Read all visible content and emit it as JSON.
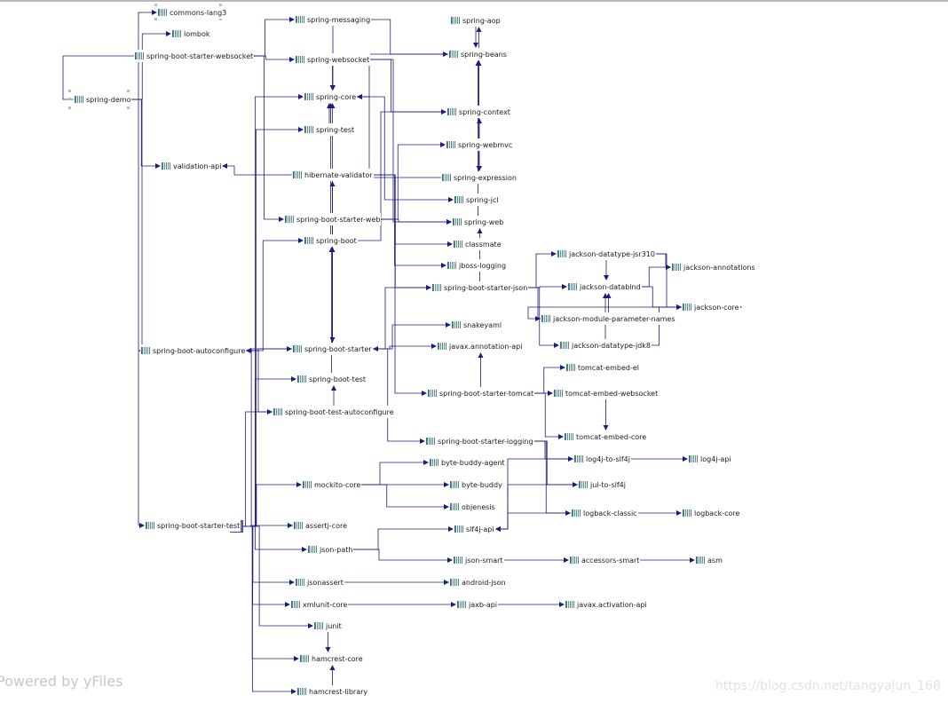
{
  "nodes": {
    "spring_demo": "spring-demo",
    "commons_lang3": "commons-lang3",
    "lombok": "lombok",
    "sb_starter_websocket": "spring-boot-starter-websocket",
    "validation_api": "validation-api",
    "sb_autoconfigure": "spring-boot-autoconfigure",
    "sb_starter_test": "spring-boot-starter-test",
    "spring_messaging": "spring-messaging",
    "spring_websocket": "spring-websocket",
    "spring_core": "spring-core",
    "spring_test": "spring-test",
    "hibernate_validator": "hibernate-validator",
    "sb_starter_web": "spring-boot-starter-web",
    "spring_boot": "spring-boot",
    "sb_starter": "spring-boot-starter",
    "sb_test": "spring-boot-test",
    "sb_test_autoconfigure": "spring-boot-test-autoconfigure",
    "mockito_core": "mockito-core",
    "assertj_core": "assertj-core",
    "json_path": "json-path",
    "jsonassert": "jsonassert",
    "xmlunit_core": "xmlunit-core",
    "junit": "junit",
    "hamcrest_core": "hamcrest-core",
    "hamcrest_library": "hamcrest-library",
    "spring_aop": "spring-aop",
    "spring_beans": "spring-beans",
    "spring_context": "spring-context",
    "spring_webmvc": "spring-webmvc",
    "spring_expression": "spring-expression",
    "spring_jcl": "spring-jcl",
    "spring_web": "spring-web",
    "classmate": "classmate",
    "jboss_logging": "jboss-logging",
    "sb_starter_json": "spring-boot-starter-json",
    "snakeyaml": "snakeyaml",
    "javax_annotation_api": "javax.annotation-api",
    "sb_starter_tomcat": "spring-boot-starter-tomcat",
    "sb_starter_logging": "spring-boot-starter-logging",
    "byte_buddy_agent": "byte-buddy-agent",
    "byte_buddy": "byte-buddy",
    "objenesis": "objenesis",
    "slf4j_api": "slf4j-api",
    "json_smart": "json-smart",
    "android_json": "android-json",
    "jaxb_api": "jaxb-api",
    "jackson_datatype_jsr310": "jackson-datatype-jsr310",
    "jackson_databind": "jackson-databind",
    "jackson_module_parameter_names": "jackson-module-parameter-names",
    "jackson_datatype_jdk8": "jackson-datatype-jdk8",
    "jackson_annotations": "jackson-annotations",
    "jackson_core": "jackson-core",
    "tomcat_embed_el": "tomcat-embed-el",
    "tomcat_embed_websocket": "tomcat-embed-websocket",
    "tomcat_embed_core": "tomcat-embed-core",
    "log4j_to_slf4j": "log4j-to-slf4j",
    "jul_to_slf4j": "jul-to-slf4j",
    "logback_classic": "logback-classic",
    "log4j_api": "log4j-api",
    "logback_core": "logback-core",
    "accessors_smart": "accessors-smart",
    "asm": "asm",
    "javax_activation_api": "javax.activation-api"
  },
  "edges": [
    [
      "spring_demo",
      "commons_lang3"
    ],
    [
      "spring_demo",
      "lombok"
    ],
    [
      "spring_demo",
      "sb_starter_websocket"
    ],
    [
      "spring_demo",
      "validation_api"
    ],
    [
      "spring_demo",
      "sb_autoconfigure"
    ],
    [
      "spring_demo",
      "sb_starter_test"
    ],
    [
      "sb_starter_websocket",
      "spring_messaging"
    ],
    [
      "sb_starter_websocket",
      "spring_websocket"
    ],
    [
      "sb_starter_websocket",
      "sb_starter_web"
    ],
    [
      "spring_messaging",
      "spring_core"
    ],
    [
      "spring_messaging",
      "spring_beans"
    ],
    [
      "spring_websocket",
      "spring_core"
    ],
    [
      "spring_websocket",
      "spring_context"
    ],
    [
      "spring_websocket",
      "spring_web"
    ],
    [
      "spring_core",
      "spring_jcl"
    ],
    [
      "spring_test",
      "spring_core"
    ],
    [
      "hibernate_validator",
      "validation_api"
    ],
    [
      "hibernate_validator",
      "classmate"
    ],
    [
      "hibernate_validator",
      "jboss_logging"
    ],
    [
      "sb_starter_web",
      "hibernate_validator"
    ],
    [
      "sb_starter_web",
      "spring_web"
    ],
    [
      "sb_starter_web",
      "spring_webmvc"
    ],
    [
      "sb_starter_web",
      "sb_starter_json"
    ],
    [
      "sb_starter_web",
      "sb_starter_tomcat"
    ],
    [
      "sb_starter_web",
      "sb_starter"
    ],
    [
      "spring_boot",
      "spring_core"
    ],
    [
      "spring_boot",
      "spring_context"
    ],
    [
      "sb_starter",
      "spring_boot"
    ],
    [
      "sb_starter",
      "sb_autoconfigure"
    ],
    [
      "sb_starter",
      "spring_core"
    ],
    [
      "sb_starter",
      "snakeyaml"
    ],
    [
      "sb_starter",
      "javax_annotation_api"
    ],
    [
      "sb_starter",
      "sb_starter_logging"
    ],
    [
      "sb_autoconfigure",
      "spring_boot"
    ],
    [
      "sb_test",
      "spring_boot"
    ],
    [
      "sb_test_autoconfigure",
      "sb_test"
    ],
    [
      "sb_test_autoconfigure",
      "sb_autoconfigure"
    ],
    [
      "spring_aop",
      "spring_beans"
    ],
    [
      "spring_context",
      "spring_aop"
    ],
    [
      "spring_context",
      "spring_beans"
    ],
    [
      "spring_context",
      "spring_expression"
    ],
    [
      "spring_webmvc",
      "spring_context"
    ],
    [
      "spring_webmvc",
      "spring_expression"
    ],
    [
      "spring_web",
      "spring_beans"
    ],
    [
      "spring_expression",
      "spring_core"
    ],
    [
      "spring_beans",
      "spring_core"
    ],
    [
      "sb_starter_json",
      "jackson_datatype_jsr310"
    ],
    [
      "sb_starter_json",
      "jackson_databind"
    ],
    [
      "sb_starter_json",
      "jackson_module_parameter_names"
    ],
    [
      "sb_starter_json",
      "jackson_datatype_jdk8"
    ],
    [
      "sb_starter_json",
      "spring_web"
    ],
    [
      "sb_starter_json",
      "sb_starter"
    ],
    [
      "jackson_datatype_jsr310",
      "jackson_databind"
    ],
    [
      "jackson_datatype_jsr310",
      "jackson_annotations"
    ],
    [
      "jackson_datatype_jsr310",
      "jackson_core"
    ],
    [
      "jackson_databind",
      "jackson_annotations"
    ],
    [
      "jackson_databind",
      "jackson_core"
    ],
    [
      "jackson_module_parameter_names",
      "jackson_databind"
    ],
    [
      "jackson_module_parameter_names",
      "jackson_core"
    ],
    [
      "jackson_datatype_jdk8",
      "jackson_databind"
    ],
    [
      "jackson_datatype_jdk8",
      "jackson_core"
    ],
    [
      "sb_starter_tomcat",
      "javax_annotation_api"
    ],
    [
      "sb_starter_tomcat",
      "tomcat_embed_el"
    ],
    [
      "sb_starter_tomcat",
      "tomcat_embed_websocket"
    ],
    [
      "sb_starter_tomcat",
      "tomcat_embed_core"
    ],
    [
      "tomcat_embed_websocket",
      "tomcat_embed_core"
    ],
    [
      "sb_starter_logging",
      "log4j_to_slf4j"
    ],
    [
      "sb_starter_logging",
      "jul_to_slf4j"
    ],
    [
      "sb_starter_logging",
      "logback_classic"
    ],
    [
      "log4j_to_slf4j",
      "log4j_api"
    ],
    [
      "log4j_to_slf4j",
      "slf4j_api"
    ],
    [
      "jul_to_slf4j",
      "slf4j_api"
    ],
    [
      "logback_classic",
      "logback_core"
    ],
    [
      "logback_classic",
      "slf4j_api"
    ],
    [
      "sb_starter_test",
      "sb_test"
    ],
    [
      "sb_starter_test",
      "sb_test_autoconfigure"
    ],
    [
      "sb_starter_test",
      "sb_starter"
    ],
    [
      "sb_starter_test",
      "spring_core"
    ],
    [
      "sb_starter_test",
      "spring_test"
    ],
    [
      "sb_starter_test",
      "mockito_core"
    ],
    [
      "sb_starter_test",
      "assertj_core"
    ],
    [
      "sb_starter_test",
      "json_path"
    ],
    [
      "sb_starter_test",
      "jsonassert"
    ],
    [
      "sb_starter_test",
      "xmlunit_core"
    ],
    [
      "sb_starter_test",
      "junit"
    ],
    [
      "sb_starter_test",
      "hamcrest_core"
    ],
    [
      "sb_starter_test",
      "hamcrest_library"
    ],
    [
      "mockito_core",
      "byte_buddy_agent"
    ],
    [
      "mockito_core",
      "byte_buddy"
    ],
    [
      "mockito_core",
      "objenesis"
    ],
    [
      "json_path",
      "slf4j_api"
    ],
    [
      "json_path",
      "json_smart"
    ],
    [
      "json_smart",
      "accessors_smart"
    ],
    [
      "accessors_smart",
      "asm"
    ],
    [
      "jsonassert",
      "android_json"
    ],
    [
      "xmlunit_core",
      "jaxb_api"
    ],
    [
      "jaxb_api",
      "javax_activation_api"
    ],
    [
      "junit",
      "hamcrest_core"
    ],
    [
      "hamcrest_library",
      "hamcrest_core"
    ]
  ],
  "watermark_left": "Powered by yFiles",
  "watermark_right": "https://blog.csdn.net/tangyajun_168",
  "colors": {
    "edge": "#1d1d7a",
    "hub": "#6b6bb8",
    "jar_green": "#4a8f6e",
    "jar_blue": "#5f8fc0"
  },
  "icons": {
    "node": "jar-icon",
    "selected_handles": "selection-handle-icon"
  }
}
